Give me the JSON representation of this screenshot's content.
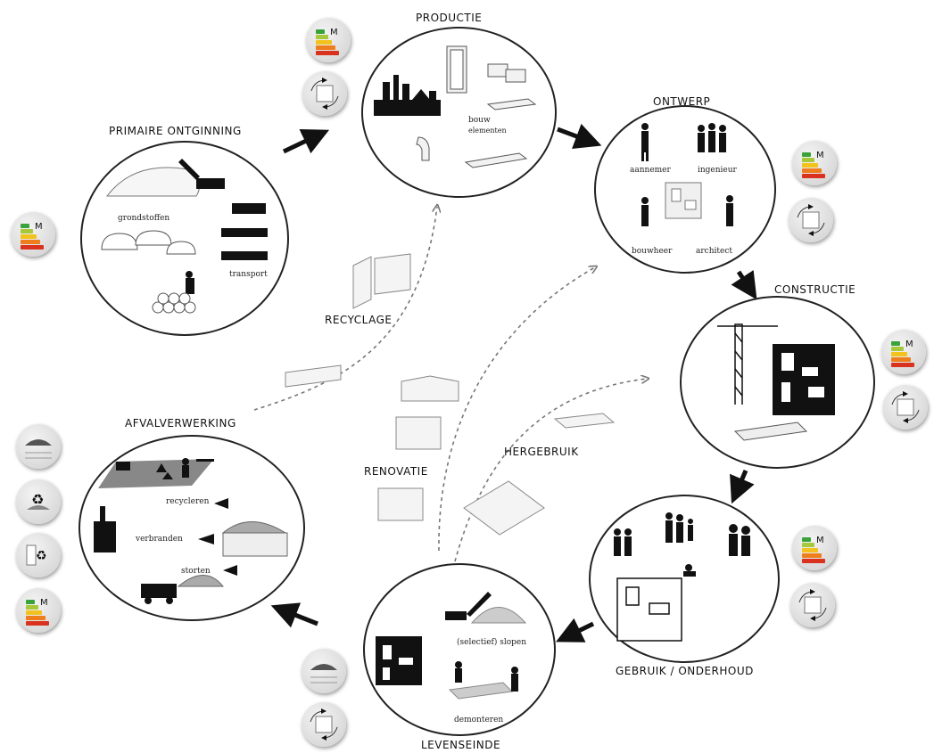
{
  "stages": {
    "productie": {
      "title": "PRODUCTIE",
      "label": "bouw elementen",
      "label_line1": "bouw",
      "label_line2": "elementen"
    },
    "ontwerp": {
      "title": "ONTWERP",
      "roles": [
        "aannemer",
        "ingenieur",
        "bouwheer",
        "architect"
      ]
    },
    "constructie": {
      "title": "CONSTRUCTIE"
    },
    "gebruik": {
      "title": "GEBRUIK / ONDERHOUD"
    },
    "levenseinde": {
      "title": "LEVENSEINDE",
      "actions": [
        "(selectief) slopen",
        "demonteren"
      ]
    },
    "afvalverwerking": {
      "title": "AFVALVERWERKING",
      "actions": [
        "recycleren",
        "verbranden",
        "storten"
      ]
    },
    "primaire_ontginning": {
      "title": "PRIMAIRE ONTGINNING",
      "labels": [
        "grondstoffen",
        "transport"
      ]
    }
  },
  "loops": {
    "recyclage": "RECYCLAGE",
    "renovatie": "RENOVATIE",
    "hergebruik": "HERGEBRUIK"
  },
  "badges": {
    "energy_letter": "M",
    "energy_colors": [
      "#3aa23a",
      "#a8c83c",
      "#f2c21e",
      "#ee7d1e",
      "#d9331f"
    ],
    "icons": [
      "energy-label-icon",
      "building-cycle-icon",
      "landfill-icon",
      "recycle-icon"
    ]
  }
}
